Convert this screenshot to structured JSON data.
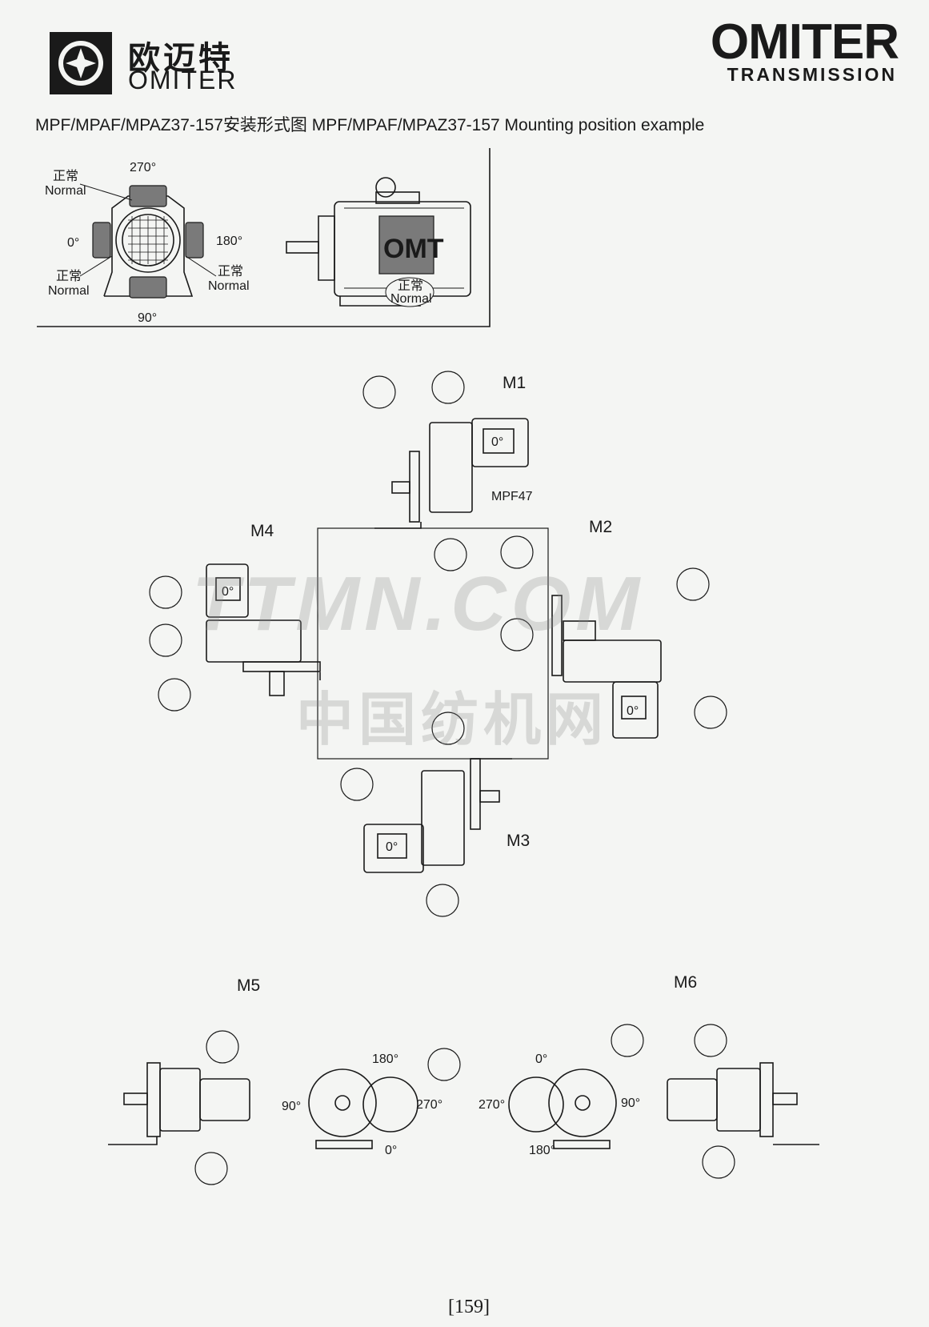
{
  "header": {
    "brand_cn": "欧迈特",
    "brand_en": "OMITER",
    "big_brand": "OMITER",
    "big_sub": "TRANSMISSION"
  },
  "title": "MPF/MPAF/MPAZ37-157安装形式图  MPF/MPAF/MPAZ37-157 Mounting position example",
  "top_diagram": {
    "angle_270": "270°",
    "angle_0": "0°",
    "angle_180": "180°",
    "angle_90": "90°",
    "normal_cn": "正常",
    "normal_en": "Normal",
    "motor_brand": "OMT"
  },
  "positions": {
    "m1": "M1",
    "m2": "M2",
    "m3": "M3",
    "m4": "M4",
    "m5": "M5",
    "m6": "M6",
    "model": "MPF47",
    "zero": "0°"
  },
  "m5_angles": {
    "a180": "180°",
    "a90": "90°",
    "a270": "270°",
    "a0": "0°"
  },
  "m6_angles": {
    "a0": "0°",
    "a270": "270°",
    "a90": "90°",
    "a180": "180°"
  },
  "watermark": {
    "line1": "TTMN.COM",
    "line2": "中国纺机网"
  },
  "page_number": "[159]"
}
